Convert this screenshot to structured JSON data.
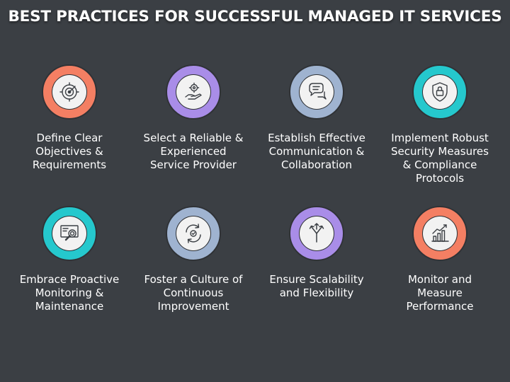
{
  "title": "BEST PRACTICES FOR SUCCESSFUL MANAGED IT SERVICES",
  "items": [
    {
      "lines": [
        "Define Clear",
        "Objectives &",
        "Requirements"
      ],
      "ring_color": "#f47f63",
      "icon": "target-icon"
    },
    {
      "lines": [
        "Select a Reliable &",
        "Experienced",
        "Service Provider"
      ],
      "ring_color": "#a98de8",
      "icon": "gear-hand-icon"
    },
    {
      "lines": [
        "Establish Effective",
        "Communication &",
        "Collaboration"
      ],
      "ring_color": "#9fb3d0",
      "icon": "chat-icon"
    },
    {
      "lines": [
        "Implement Robust",
        "Security Measures",
        "& Compliance",
        "Protocols"
      ],
      "ring_color": "#25c8cd",
      "icon": "shield-lock-icon"
    },
    {
      "lines": [
        "Embrace Proactive",
        "Monitoring &",
        "Maintenance"
      ],
      "ring_color": "#25c8cd",
      "icon": "monitor-magnifier-icon"
    },
    {
      "lines": [
        "Foster a Culture of",
        "Continuous",
        "Improvement"
      ],
      "ring_color": "#9fb3d0",
      "icon": "cycle-arrows-icon"
    },
    {
      "lines": [
        "Ensure Scalability",
        "and Flexibility"
      ],
      "ring_color": "#a98de8",
      "icon": "split-arrows-icon"
    },
    {
      "lines": [
        "Monitor and",
        "Measure",
        "Performance"
      ],
      "ring_color": "#f47f63",
      "icon": "growth-chart-icon"
    }
  ]
}
